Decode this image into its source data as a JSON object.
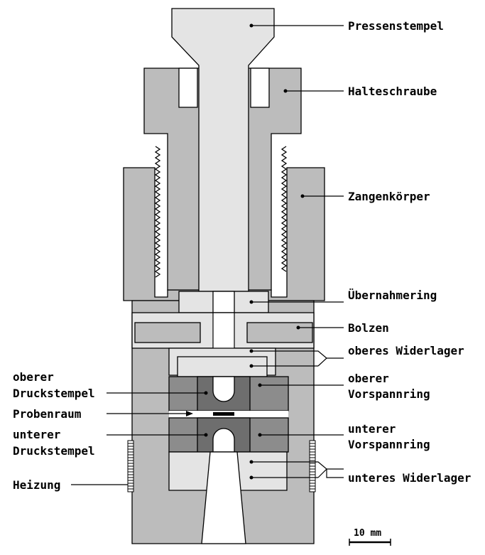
{
  "labels": {
    "pressenstempel": "Pressenstempel",
    "halteschraube": "Halteschraube",
    "zangenkoerper": "Zangenkörper",
    "uebernahmering": "Übernahmering",
    "bolzen": "Bolzen",
    "oberes_widerlager": "oberes Widerlager",
    "oberer_vorspannring": [
      "oberer",
      "Vorspannring"
    ],
    "unterer_vorspannring": [
      "unterer",
      "Vorspannring"
    ],
    "unteres_widerlager": "unteres Widerlager",
    "oberer_druckstempel": [
      "oberer",
      "Druckstempel"
    ],
    "probenraum": "Probenraum",
    "unterer_druckstempel": [
      "unterer",
      "Druckstempel"
    ],
    "heizung": "Heizung"
  },
  "scale_bar": {
    "label": "10 mm"
  },
  "colors": {
    "light": "#e4e4e4",
    "medium": "#bcbcbc",
    "dark": "#8c8c8c",
    "outline": "#000000"
  }
}
